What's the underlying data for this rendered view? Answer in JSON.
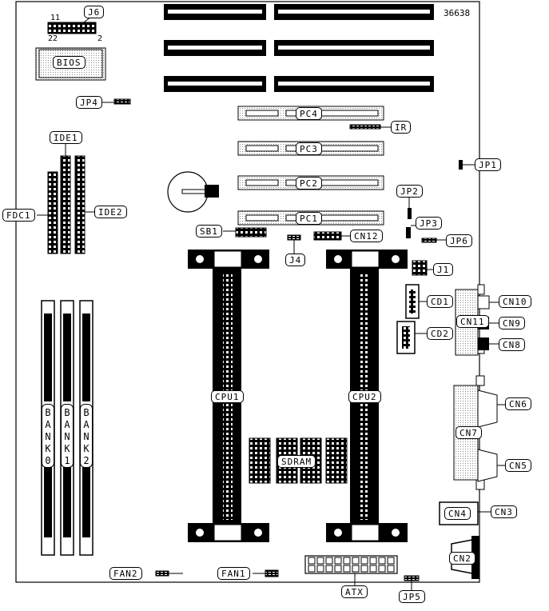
{
  "diagram_id": "36638",
  "j6_pins": {
    "top_left": "11",
    "bottom_left": "22",
    "bottom_right": "2"
  },
  "labels": {
    "j6": "J6",
    "bios": "BIOS",
    "jp4": "JP4",
    "ide1": "IDE1",
    "fdc1": "FDC1",
    "ide2": "IDE2",
    "pc1": "PC1",
    "pc2": "PC2",
    "pc3": "PC3",
    "pc4": "PC4",
    "ir": "IR",
    "jp1": "JP1",
    "jp2": "JP2",
    "jp3": "JP3",
    "jp6": "JP6",
    "sb1": "SB1",
    "cn12": "CN12",
    "j4": "J4",
    "j1": "J1",
    "cd1": "CD1",
    "cd2": "CD2",
    "cn10": "CN10",
    "cn11": "CN11",
    "cn9": "CN9",
    "cn8": "CN8",
    "cpu1": "CPU1",
    "cpu2": "CPU2",
    "sdram": "SDRAM",
    "cn6": "CN6",
    "cn7": "CN7",
    "cn5": "CN5",
    "cn4": "CN4",
    "cn3": "CN3",
    "cn2": "CN2",
    "fan1": "FAN1",
    "fan2": "FAN2",
    "atx": "ATX",
    "jp5": "JP5"
  },
  "banks": [
    "BANK0",
    "BANK1",
    "BANK2"
  ]
}
